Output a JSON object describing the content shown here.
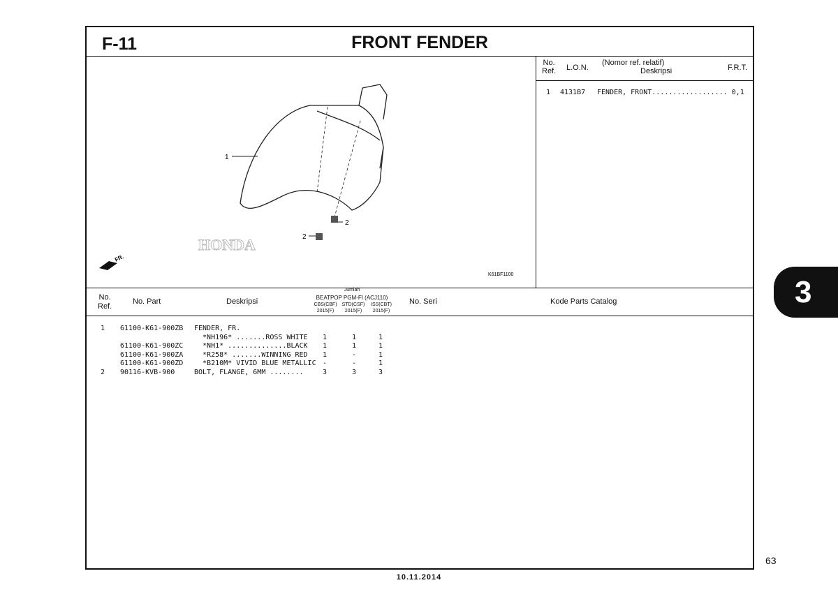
{
  "header": {
    "code": "F-11",
    "title": "FRONT FENDER"
  },
  "diagram": {
    "callouts": [
      "1",
      "2",
      "2"
    ],
    "direction_label": "FR.",
    "logo_text": "HONDA",
    "figure_code": "K61BF1100"
  },
  "lon_table": {
    "headers": {
      "no_ref": "No.\nRef.",
      "lon": "L.O.N.",
      "desc_top": "(Nomor ref. relatif)",
      "desc": "Deskripsi",
      "frt": "F.R.T."
    },
    "rows": [
      {
        "ref": "1",
        "lon": "4131B7",
        "desc": "FENDER, FRONT.................. 0,1"
      }
    ]
  },
  "parts_table": {
    "headers": {
      "no_ref": "No.\nRef.",
      "no_part": "No. Part",
      "deskripsi": "Deskripsi",
      "jumlah": "Jumlah",
      "model": "BEATPOP PGM-FI (ACJ110)",
      "variants": [
        "CBS(CBF)",
        "STD(CSF)",
        "ISS(CBT)"
      ],
      "years": [
        "2015(F)",
        "2015(F)",
        "2015(F)"
      ],
      "no_seri": "No. Seri",
      "kode": "Kode Parts Catalog"
    },
    "rows": [
      {
        "ref": "1",
        "part": "61100-K61-900ZB",
        "desc": "FENDER, FR.",
        "q": [
          "",
          "",
          ""
        ]
      },
      {
        "ref": "",
        "part": "",
        "desc": "  *NH196* .......ROSS WHITE",
        "q": [
          "1",
          "1",
          "1"
        ]
      },
      {
        "ref": "",
        "part": "61100-K61-900ZC",
        "desc": "  *NH1* ..............BLACK",
        "q": [
          "1",
          "1",
          "1"
        ]
      },
      {
        "ref": "",
        "part": "61100-K61-900ZA",
        "desc": "  *R258* .......WINNING RED",
        "q": [
          "1",
          "-",
          "1"
        ]
      },
      {
        "ref": "",
        "part": "61100-K61-900ZD",
        "desc": "  *B210M* VIVID BLUE METALLIC",
        "q": [
          "-",
          "-",
          "1"
        ]
      },
      {
        "ref": "2",
        "part": "90116-KVB-900",
        "desc": "BOLT, FLANGE, 6MM ........",
        "q": [
          "3",
          "3",
          "3"
        ]
      }
    ]
  },
  "footer": {
    "page_number": "63",
    "date": "10.11.2014",
    "section_tab": "3"
  }
}
